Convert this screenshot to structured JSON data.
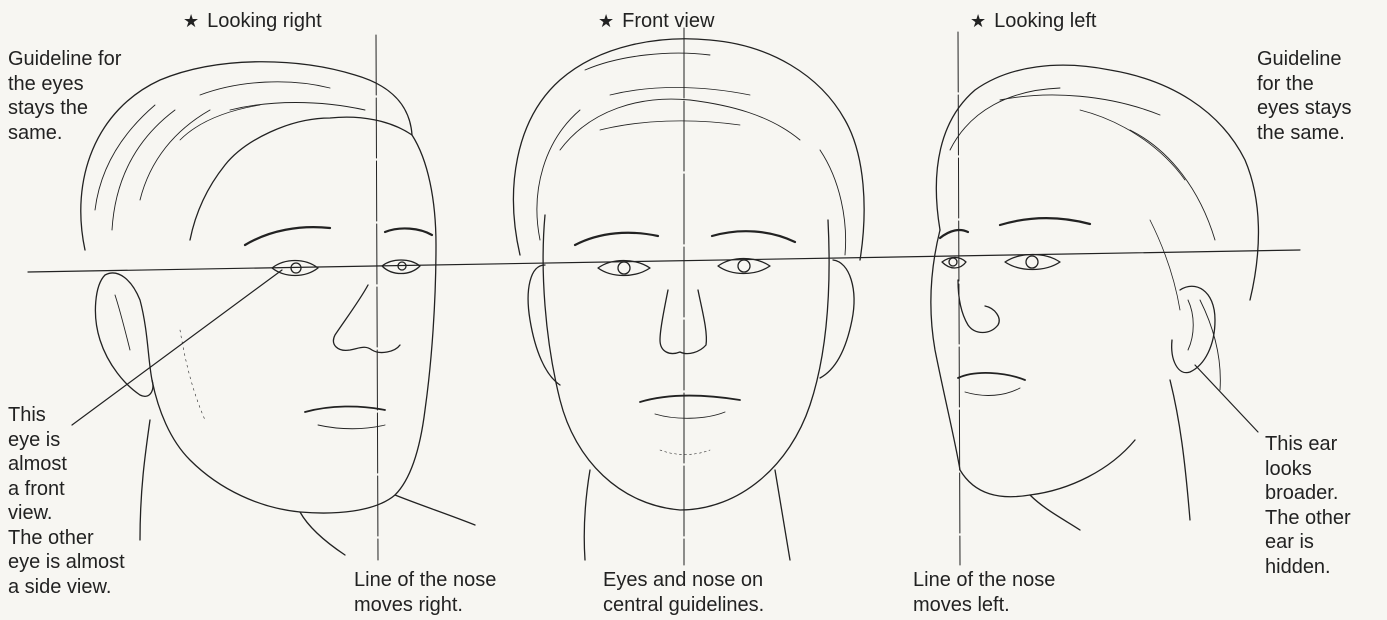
{
  "headings": {
    "right": {
      "icon": "star-icon",
      "glyph": "★",
      "text": "Looking right"
    },
    "front": {
      "icon": "star-icon",
      "glyph": "★",
      "text": "Front view"
    },
    "left": {
      "icon": "star-icon",
      "glyph": "★",
      "text": "Looking left"
    }
  },
  "notes": {
    "top_left": [
      "Guideline for",
      "the eyes",
      "stays the",
      "same."
    ],
    "top_right": [
      "Guideline",
      "for the",
      "eyes stays",
      "the same."
    ],
    "eye_note": [
      "This",
      "eye is",
      "almost",
      "a front",
      "view.",
      "The other",
      "eye is almost",
      "a side view."
    ],
    "ear_note": [
      "This ear",
      "looks",
      "broader.",
      "The other",
      "ear is",
      "hidden."
    ]
  },
  "captions": {
    "right": [
      "Line of the nose",
      "moves right."
    ],
    "front": [
      "Eyes and nose on",
      "central guidelines."
    ],
    "left": [
      "Line of the nose",
      "moves left."
    ]
  },
  "colors": {
    "ink": "#222222",
    "paper": "#f7f6f2"
  }
}
